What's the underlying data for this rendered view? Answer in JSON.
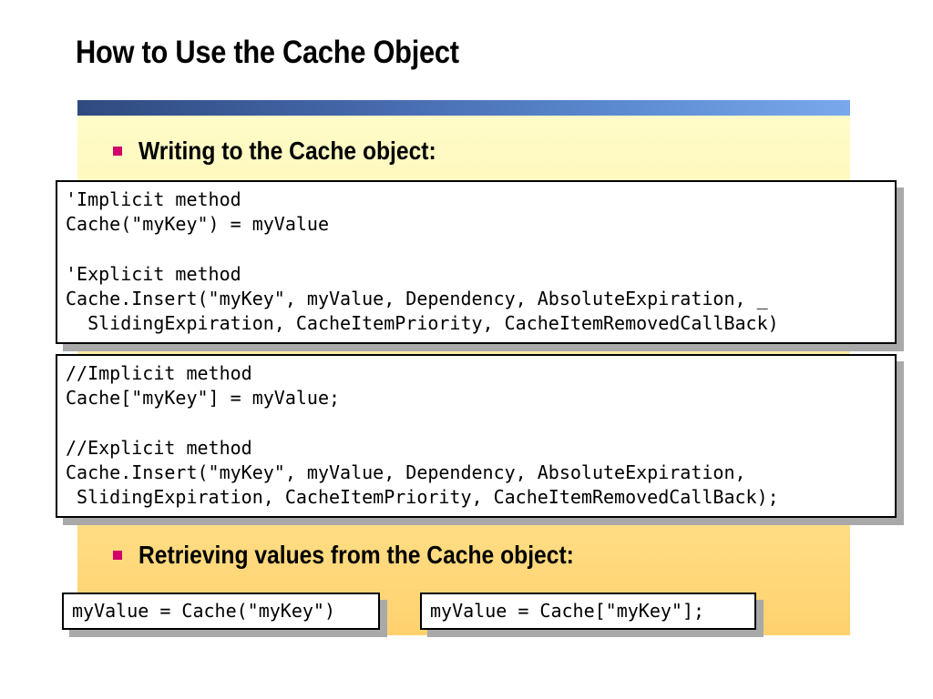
{
  "slide": {
    "title": "How to Use the Cache Object",
    "bullets": [
      "Writing to the Cache object:",
      "Retrieving values from the Cache object:"
    ],
    "code_vb_write": [
      "'Implicit method",
      "Cache(\"myKey\") = myValue",
      "",
      "'Explicit method",
      "Cache.Insert(\"myKey\", myValue, Dependency, AbsoluteExpiration, _",
      "  SlidingExpiration, CacheItemPriority, CacheItemRemovedCallBack)"
    ],
    "code_cs_write": [
      "//Implicit method",
      "Cache[\"myKey\"] = myValue;",
      "",
      "//Explicit method",
      "Cache.Insert(\"myKey\", myValue, Dependency, AbsoluteExpiration,",
      " SlidingExpiration, CacheItemPriority, CacheItemRemovedCallBack);"
    ],
    "code_vb_read": "myValue = Cache(\"myKey\")",
    "code_cs_read": "myValue = Cache[\"myKey\"];"
  },
  "colors": {
    "title_bar_start": "#2f4a7e",
    "title_bar_end": "#7aa8ec",
    "bullet": "#d1006b",
    "content_top": "#fffcc8",
    "content_bottom": "#ffd16e"
  }
}
